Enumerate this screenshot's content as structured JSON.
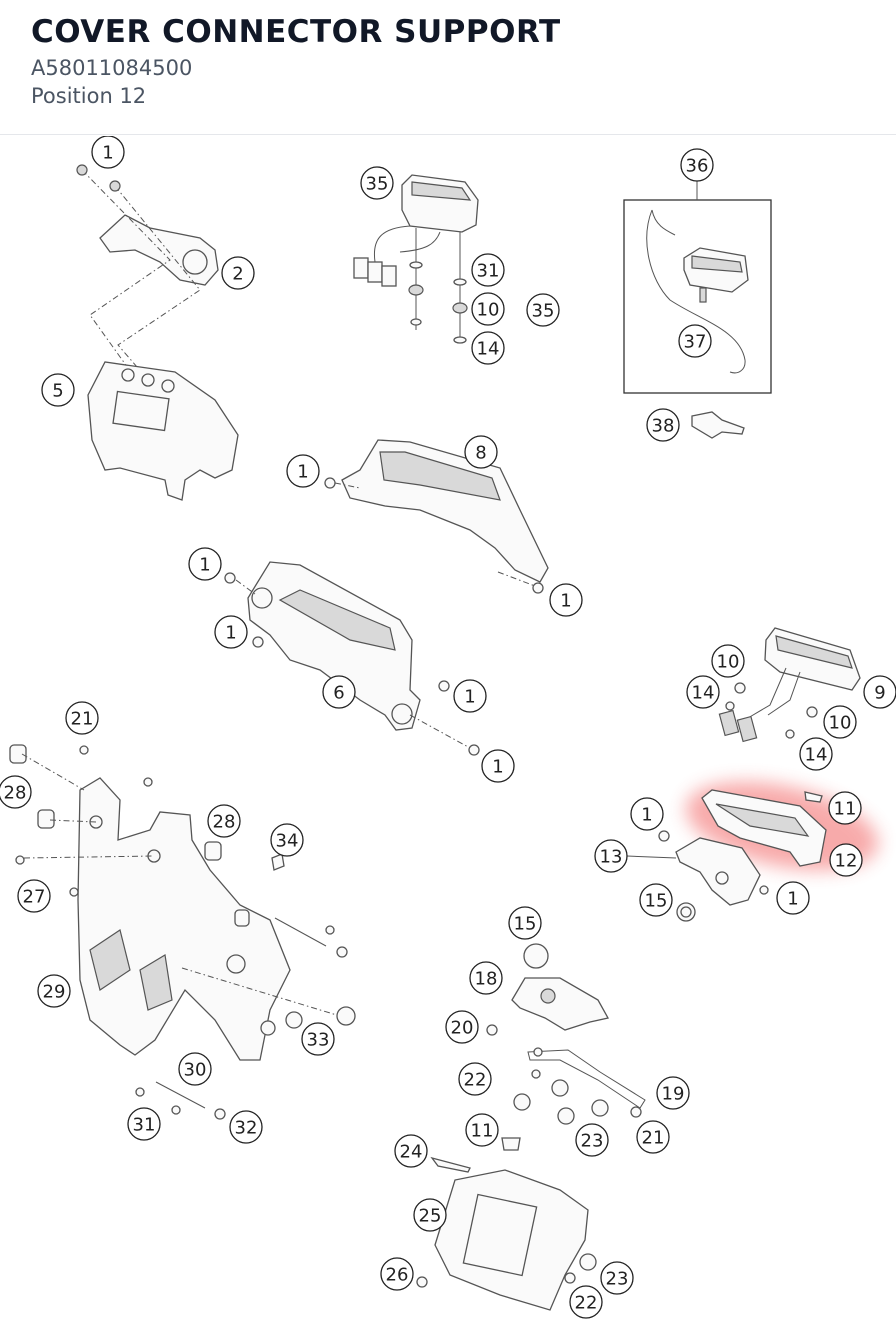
{
  "header": {
    "title": "COVER CONNECTOR SUPPORT",
    "part_number": "A58011084500",
    "position": "Position 12"
  },
  "diagram": {
    "highlight_color": "#ef4444",
    "highlighted_position": "12",
    "callouts": [
      "1",
      "2",
      "5",
      "35",
      "31",
      "10",
      "35",
      "14",
      "36",
      "37",
      "38",
      "8",
      "1",
      "1",
      "1",
      "1",
      "6",
      "1",
      "1",
      "10",
      "14",
      "9",
      "10",
      "14",
      "21",
      "28",
      "28",
      "34",
      "27",
      "11",
      "1",
      "12",
      "13",
      "15",
      "1",
      "29",
      "15",
      "18",
      "20",
      "33",
      "30",
      "22",
      "19",
      "31",
      "32",
      "11",
      "23",
      "21",
      "24",
      "25",
      "23",
      "26",
      "22"
    ]
  }
}
